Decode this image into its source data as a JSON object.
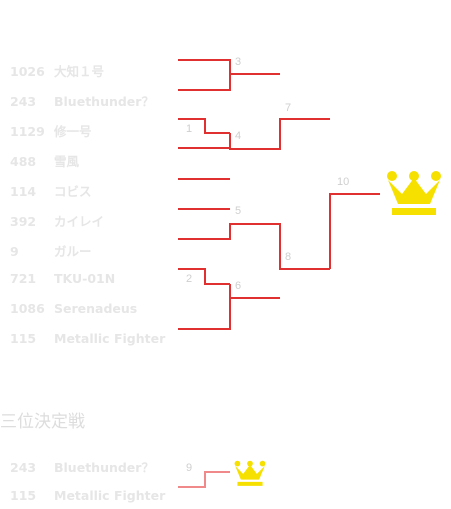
{
  "entries": [
    {
      "num": "1026",
      "name": "大知１号"
    },
    {
      "num": "243",
      "name": "Bluethunder？"
    },
    {
      "num": "1129",
      "name": "修一号"
    },
    {
      "num": "488",
      "name": "雪風"
    },
    {
      "num": "114",
      "name": "コビス"
    },
    {
      "num": "392",
      "name": "カイレイ"
    },
    {
      "num": "9",
      "name": "ガルー"
    },
    {
      "num": "721",
      "name": "TKU-01N"
    },
    {
      "num": "1086",
      "name": "Serenadeus"
    },
    {
      "num": "115",
      "name": "Metallic Fighter"
    }
  ],
  "match_numbers": [
    "1",
    "2",
    "3",
    "4",
    "5",
    "6",
    "7",
    "8",
    "9",
    "10"
  ],
  "third_place": {
    "title": "三位決定戦",
    "entries": [
      {
        "num": "243",
        "name": "Bluethunder？"
      },
      {
        "num": "115",
        "name": "Metallic Fighter"
      }
    ]
  },
  "colors": {
    "bracket_line": "#e03030",
    "third_line": "#f08a8a",
    "crown": "#f5e000",
    "text": "#e6e6e6"
  },
  "icons": {
    "winner": "crown-icon"
  }
}
